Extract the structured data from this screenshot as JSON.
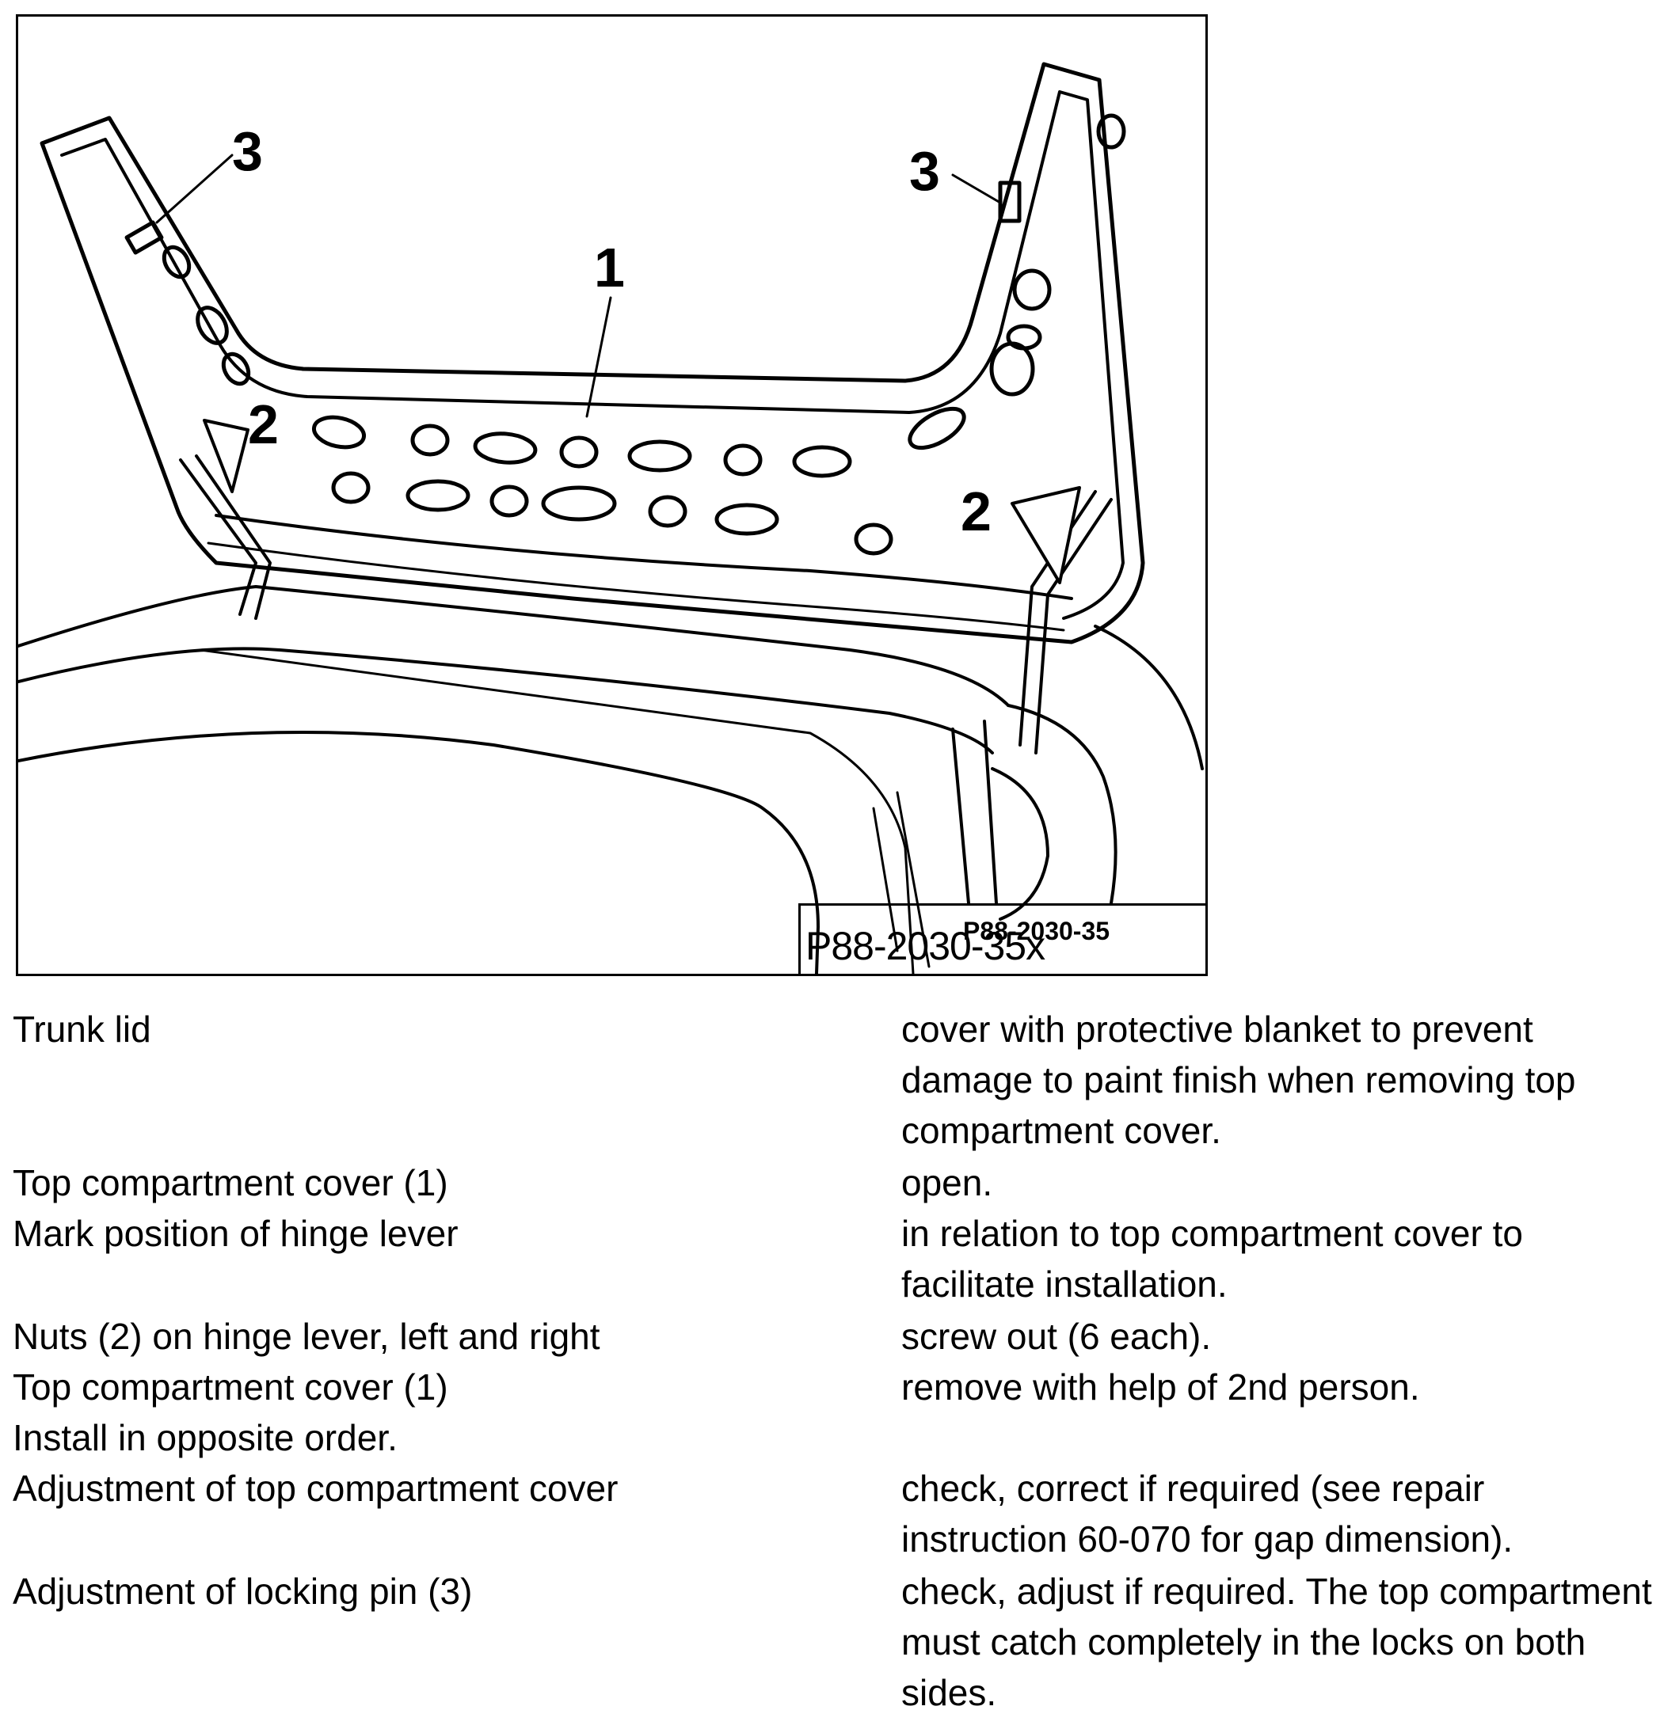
{
  "figure": {
    "callouts": {
      "cover": "1",
      "nuts_left": "2",
      "nuts_right": "2",
      "pin_left": "3",
      "pin_right": "3"
    },
    "code_main": "P88-2030-35x",
    "code_alt": "P88-2030-35"
  },
  "rows": [
    {
      "step": "Trunk lid",
      "action": "cover with protective blanket to prevent damage to paint finish when removing top compartment cover."
    },
    {
      "step": "Top compartment cover (1)",
      "action": "open."
    },
    {
      "step": "Mark position of hinge lever",
      "action": "in relation to top compartment cover to facilitate installation."
    },
    {
      "step": "Nuts (2) on hinge lever, left and right",
      "action": "screw out (6 each)."
    },
    {
      "step": "Top compartment cover (1)",
      "action": "remove with help of 2nd person."
    },
    {
      "step": "Install in opposite order.",
      "action": ""
    },
    {
      "step": "Adjustment of top compartment cover",
      "action": "check, correct if required (see repair instruction 60-070 for gap dimension)."
    },
    {
      "step": "Adjustment of locking pin (3)",
      "action": "check, adjust if required. The top compartment must catch completely in the locks on both sides."
    }
  ]
}
